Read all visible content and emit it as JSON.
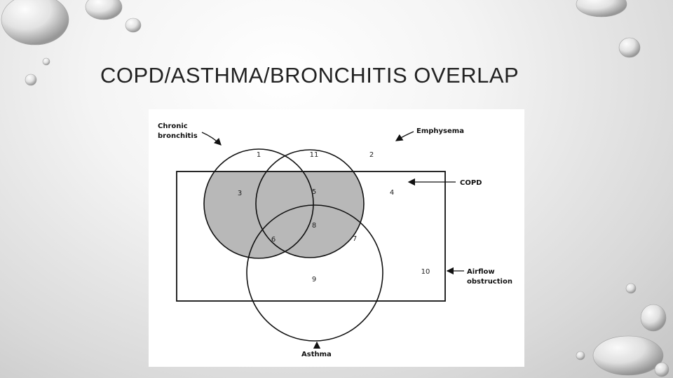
{
  "slide": {
    "title": "COPD/ASTHMA/BRONCHITIS OVERLAP"
  },
  "diagram": {
    "labels": {
      "chronic_bronchitis_line1": "Chronic",
      "chronic_bronchitis_line2": "bronchitis",
      "emphysema": "Emphysema",
      "copd": "COPD",
      "airflow_line1": "Airflow",
      "airflow_line2": "obstruction",
      "asthma": "Asthma"
    },
    "regions": [
      "1",
      "2",
      "3",
      "4",
      "5",
      "6",
      "7",
      "8",
      "9",
      "10",
      "11"
    ],
    "colors": {
      "copd_shading": "#b8b8b8",
      "outline": "#111111"
    }
  }
}
